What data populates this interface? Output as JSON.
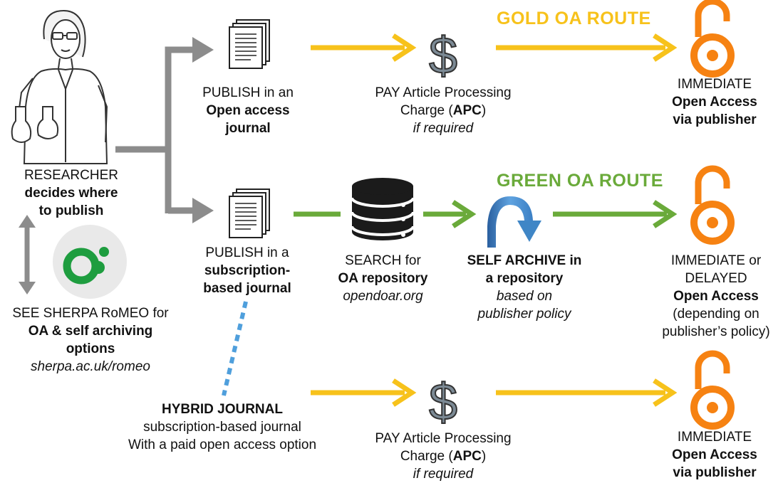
{
  "routes": {
    "gold": "GOLD OA ROUTE",
    "green": "GREEN OA ROUTE"
  },
  "researcher": {
    "line1": "RESEARCHER",
    "line2": "decides where",
    "line3": "to publish"
  },
  "sherpa": {
    "line1": "SEE SHERPA RoMEO for",
    "line2": "OA & self archiving",
    "line3": "options",
    "url": "sherpa.ac.uk/romeo"
  },
  "publish_oa": {
    "line1": "PUBLISH in an",
    "line2": "Open access",
    "line3": "journal"
  },
  "publish_sub": {
    "line1": "PUBLISH in a",
    "line2": "subscription-",
    "line3": "based journal"
  },
  "apc_top": {
    "line1": "PAY Article Processing",
    "line2_pre": "Charge (",
    "line2_bold": "APC",
    "line2_post": ")",
    "line3": "if required"
  },
  "apc_bottom": {
    "line1": "PAY Article Processing",
    "line2_pre": "Charge (",
    "line2_bold": "APC",
    "line2_post": ")",
    "line3": "if required"
  },
  "search": {
    "line1": "SEARCH for",
    "line2": "OA repository",
    "line3": "opendoar.org"
  },
  "self_archive": {
    "line1": "SELF ARCHIVE in",
    "line2": "a repository",
    "line3": "based on",
    "line4": "publisher policy"
  },
  "oa_top": {
    "line1": "IMMEDIATE",
    "line2": "Open Access",
    "line3": "via publisher"
  },
  "oa_middle": {
    "line1": "IMMEDIATE or",
    "line2": "DELAYED",
    "line3": "Open Access",
    "line4": "(depending on",
    "line5": "publisher’s policy)"
  },
  "oa_bottom": {
    "line1": "IMMEDIATE",
    "line2": "Open Access",
    "line3": "via publisher"
  },
  "hybrid": {
    "line1": "HYBRID JOURNAL",
    "line2": "subscription-based journal",
    "line3": "With a paid open access option"
  },
  "icons": {
    "dollar": "$"
  },
  "colors": {
    "gold": "#f7c21b",
    "green": "#6aaa3a",
    "gray": "#8c8c8c",
    "oa_orange": "#f68212",
    "dotted_blue": "#4f9fdc",
    "curved_arrow_blue": "#3f86c6",
    "romeo_green": "#1e9d3f"
  }
}
